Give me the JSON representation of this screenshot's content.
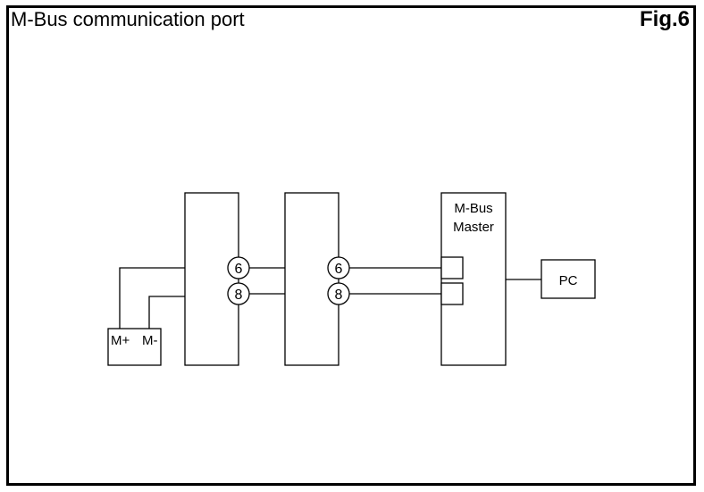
{
  "header": {
    "title": "M-Bus communication port",
    "figure_label": "Fig.6"
  },
  "diagram": {
    "meter_terminal": {
      "plus_label": "M+",
      "minus_label": "M-"
    },
    "module_1": {
      "terminal_top": "6",
      "terminal_bottom": "8"
    },
    "module_2": {
      "terminal_top": "6",
      "terminal_bottom": "8"
    },
    "master": {
      "label_line1": "M-Bus",
      "label_line2": "Master"
    },
    "pc": {
      "label": "PC"
    }
  }
}
